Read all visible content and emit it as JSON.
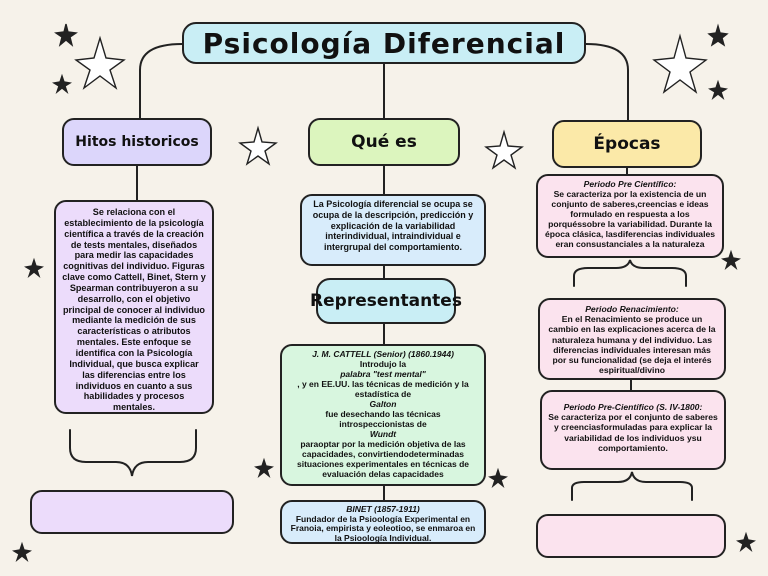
{
  "title": "Psicología Diferencial",
  "hitos": {
    "heading": "Hitos historicos",
    "text": "Se relaciona con el establecimiento de la psicología científica a través de la creación de tests mentales, diseñados para medir las capacidades cognitivas del individuo. Figuras clave como Cattell, Binet, Stern y Spearman contribuyeron a su desarrollo, con el objetivo principal de conocer al individuo mediante la medición de sus características o atributos mentales. Este enfoque se identifica con la Psicología Individual, que busca explicar las diferencias entre los individuos en cuanto a sus habilidades y procesos mentales."
  },
  "que_es": {
    "heading": "Qué es",
    "text": "La Psicología diferencial se ocupa se ocupa de la descripción, predicción y explicación de la variabilidad interindividual, intraindividual e intergrupal del comportamiento."
  },
  "representantes": {
    "heading": "Representantes",
    "cattell_title": "J. M. CATTELL (Senior) (1860.1944)",
    "cattell_l1": "Introdujo la",
    "cattell_l2": "palabra \"test mental\"",
    "cattell_l3": ", y en EE.UU. las técnicas de medición y la estadística de",
    "cattell_l4": "Galton",
    "cattell_l5": "fue desechando las técnicas introspeccionistas de",
    "cattell_l6": "Wundt",
    "cattell_l7": "paraoptar por la medición objetiva de las capacidades, convirtiendodeterminadas situaciones experimentales en técnicas de evaluación delas capacidades",
    "binet_title": "BINET (1857-1911)",
    "binet_text": "Fundador de la Psioología Experimental en Franoia, empirista y eoleotioo, se enmaroa en la Psioología Individual."
  },
  "epocas": {
    "heading": "Épocas",
    "p1_title": "Periodo Pre Científico:",
    "p1_text": "Se caracteriza por la existencia de un conjunto de saberes,creencias e ideas formulado en respuesta a los porquéssobre la variabilidad. Durante la época clásica, lasdiferencias individuales eran consustanciales a la naturaleza",
    "p2_title": "Periodo Renacimiento:",
    "p2_text": "En el Renacimiento se produce un cambio en las explicaciones acerca de la naturaleza humana y del individuo. Las diferencias individuales interesan más por su funcionalidad (se deja el interés espiritual/divino",
    "p3_title": "Periodo Pre-Científico (S. IV-1800:",
    "p3_text": "Se caracteriza por el conjunto de saberes y creenciasformuladas para explicar la variabilidad de los individuos ysu comportamiento."
  },
  "colors": {
    "title_bg": "#c9eef5",
    "hitos_bg": "#dcd6fb",
    "que_bg": "#dcf5be",
    "epocas_bg": "#fbe9a8",
    "pink_bg": "#fbe3ee",
    "green_bg": "#d8f6df",
    "blue_bg": "#d8ecfb",
    "page_bg": "#f6f2ea"
  }
}
